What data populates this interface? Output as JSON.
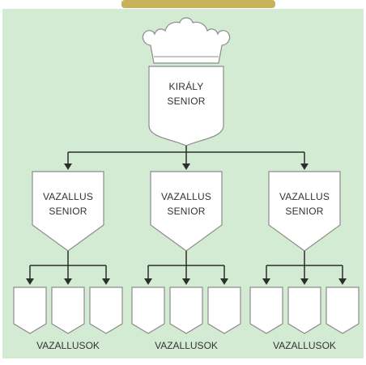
{
  "colors": {
    "background": "#d3ebd3",
    "shield_fill": "#ffffff",
    "shield_stroke": "#8c8c8c",
    "connector": "#2d2d2d",
    "text": "#333333",
    "top_photo": "#c6b25a"
  },
  "king": {
    "crown_icon": "crown-icon",
    "line1": "KIRÁLY",
    "line2": "SENIOR"
  },
  "vassal_seniors": [
    {
      "line1": "VAZALLUS",
      "line2": "SENIOR"
    },
    {
      "line1": "VAZALLUS",
      "line2": "SENIOR"
    },
    {
      "line1": "VAZALLUS",
      "line2": "SENIOR"
    }
  ],
  "vassal_groups": [
    {
      "label": "VAZALLUSOK"
    },
    {
      "label": "VAZALLUSOK"
    },
    {
      "label": "VAZALLUSOK"
    }
  ]
}
